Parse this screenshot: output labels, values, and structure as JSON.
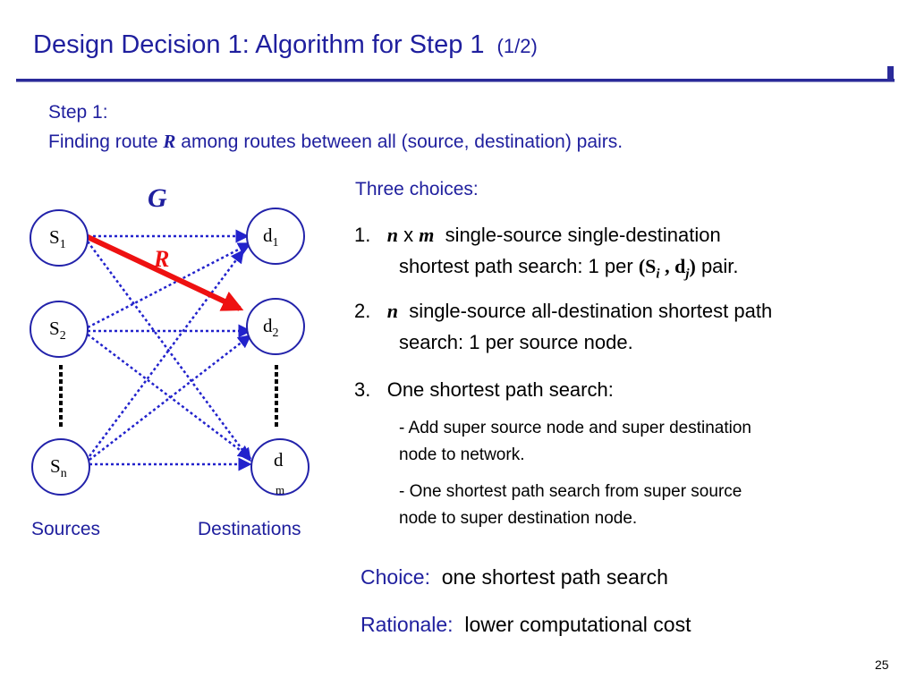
{
  "slide": {
    "title": "Design Decision 1: Algorithm for Step 1",
    "title_part": "(1/2)",
    "page_number": "25"
  },
  "step": {
    "label": "Step 1:",
    "line_prefix": "Finding route ",
    "route_symbol": "R",
    "line_suffix": " among routes between all (source, destination) pairs."
  },
  "graph": {
    "graph_label": "G",
    "route_label": "R",
    "sources_caption": "Sources",
    "destinations_caption": "Destinations",
    "nodes": {
      "s1": {
        "base": "S",
        "sub": "1"
      },
      "s2": {
        "base": "S",
        "sub": "2"
      },
      "sn": {
        "base": "S",
        "sub": "n"
      },
      "d1": {
        "base": "d",
        "sub": "1"
      },
      "d2": {
        "base": "d",
        "sub": "2"
      },
      "dm": {
        "base": "d",
        "sub": "m"
      }
    },
    "colors": {
      "edge": "#2222cc",
      "node_border": "#2222aa",
      "route": "#ee1111",
      "label": "#1f1f9e"
    }
  },
  "choices": {
    "heading": "Three choices:",
    "item1": {
      "num": "1.",
      "n": "n",
      "x": "x",
      "m": "m",
      "text": "single-source single-destination",
      "line2_prefix": "shortest path search: 1 per ",
      "paren_open": "(",
      "s": "S",
      "i": "i",
      "comma": " , ",
      "d": "d",
      "j": "j",
      "paren_close": ")",
      "line2_suffix": " pair."
    },
    "item2": {
      "num": "2.",
      "n": "n",
      "text": "single-source all-destination shortest path",
      "line2": "search: 1 per source node."
    },
    "item3": {
      "num": "3.",
      "text": "One shortest path search:",
      "bullet1_line1": "- Add super source node and super destination",
      "bullet1_line2": "node to network.",
      "bullet2_line1": "- One shortest path search from super source",
      "bullet2_line2": "node to super destination node."
    }
  },
  "decision": {
    "choice_label": "Choice:",
    "choice_value": "one shortest path search",
    "rationale_label": "Rationale:",
    "rationale_value": "lower computational cost"
  }
}
